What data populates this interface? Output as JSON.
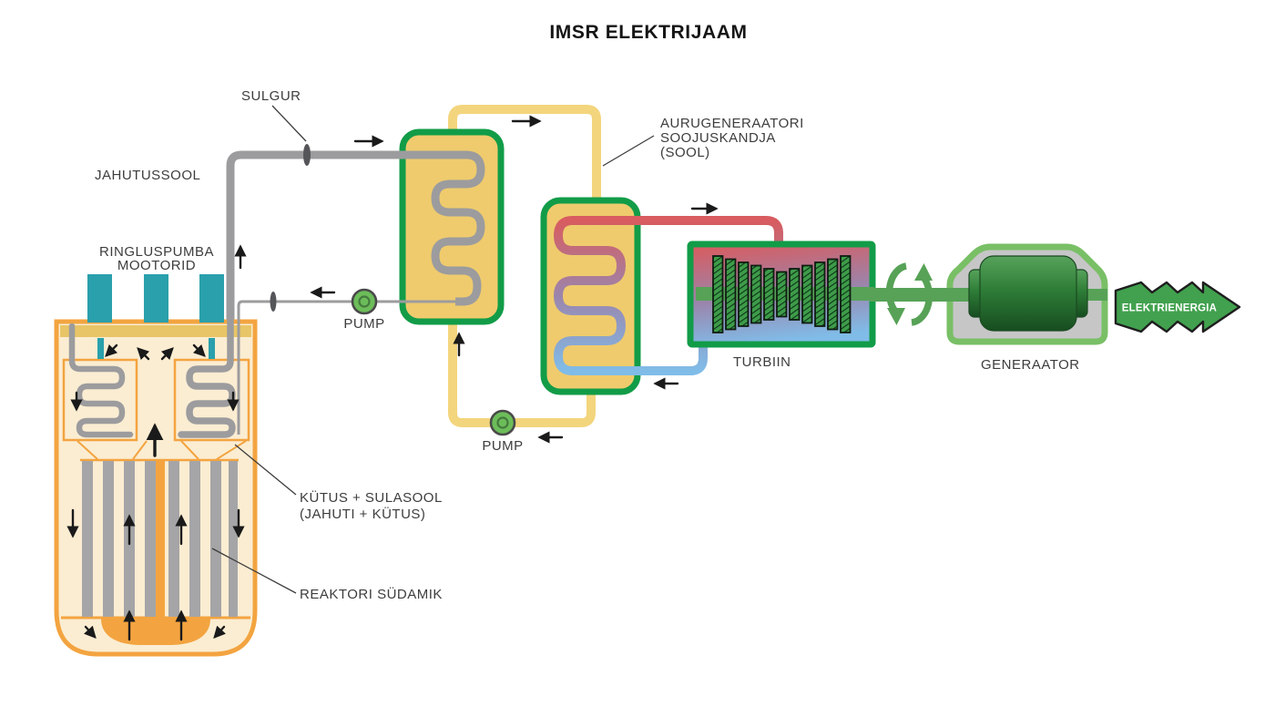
{
  "diagram": {
    "title": "IMSR ELEKTRIJAAM",
    "labels": {
      "sulgur": "SULGUR",
      "jahutussool": "JAHUTUSSOOL",
      "ringluspumba_mootorid": [
        "RINGLUSPUMBA",
        "MOOTORID"
      ],
      "pump_primary": "PUMP",
      "pump_secondary": "PUMP",
      "aurugeneraatori": [
        "AURUGENERAATORI",
        "SOOJUSKANDJA",
        "(SOOL)"
      ],
      "kutus_sulasool": [
        "KÜTUS + SULASOOL",
        "(JAHUTI + KÜTUS)"
      ],
      "reaktori_sudamik": "REAKTORI SÜDAMIK",
      "turbiin": "TURBIIN",
      "generaator": "GENERAATOR",
      "elektrienergia": "ELEKTRIENERGIA"
    },
    "colors": {
      "title_text": "#151515",
      "label_text": "#3D3D3D",
      "vessel_border": "#F3A440",
      "vessel_fill": "#FBEDD2",
      "vessel_band": "#E8C566",
      "core_bar": "#A5A5A7",
      "dome": "#F3A440",
      "motor_teal": "#2AA0AC",
      "pipe_gray": "#9C9C9E",
      "pipe_salt_yellow": "#F3D57D",
      "hx_fill": "#EFCB6D",
      "hx_border": "#129C48",
      "steam_red": "#D85C60",
      "steam_purple": "#9B85AC",
      "water_blue": "#80BCE8",
      "turbine_blade_green": "#3E9C49",
      "blade_hatch_dark": "#0C3318",
      "shaft_green": "#57A257",
      "generator_housing": "#C6C6C7",
      "generator_border": "#79BF66",
      "rotor_light_green": "#57A35C",
      "rotor_mid_green": "#2E7D37",
      "rotor_dark_green": "#174D20",
      "energy_arrow": "#41A14E",
      "energy_text": "#FFFFFF",
      "pump_green": "#6CBD59",
      "valve_dark": "#555659",
      "flow_arrow": "#1A1A1A"
    }
  }
}
